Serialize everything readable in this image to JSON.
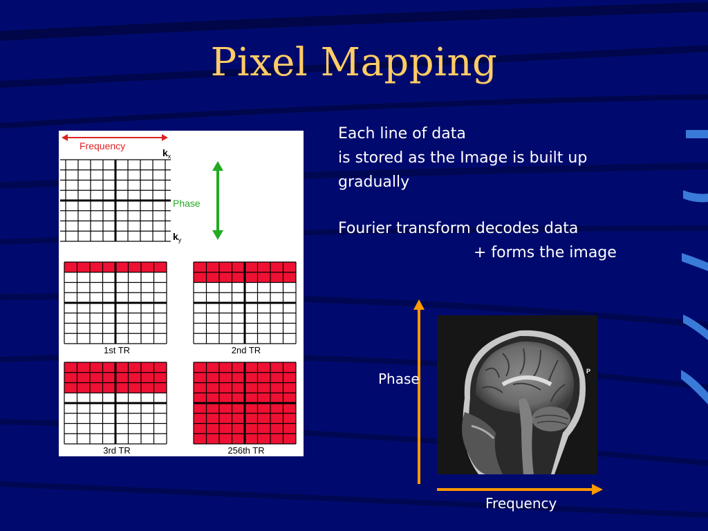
{
  "slide": {
    "title": "Pixel Mapping",
    "paragraph1": [
      "Each line of data",
      "is stored as the Image is built up",
      "gradually"
    ],
    "paragraph2": [
      "Fourier transform decodes data",
      "+ forms the image"
    ]
  },
  "kspace_diagram": {
    "frequency_label": "Frequency",
    "phase_label": "Phase",
    "kx_label": "k",
    "kx_sub": "x",
    "ky_label": "k",
    "ky_sub": "y",
    "panels": [
      {
        "label": "1st TR",
        "filled_rows": 1
      },
      {
        "label": "2nd TR",
        "filled_rows": 2
      },
      {
        "label": "3rd TR",
        "filled_rows": 3
      },
      {
        "label": "256th TR",
        "filled_rows": 8
      }
    ],
    "colors": {
      "fill": "#ee1133",
      "frequency_arrow": "#dd2222",
      "phase_arrow": "#22aa22"
    }
  },
  "mri_panel": {
    "phase_axis_label": "Phase",
    "frequency_axis_label": "Frequency",
    "orientation_marker": "P",
    "axis_color": "#ff9900"
  },
  "colors": {
    "background": "#000a6e",
    "title": "#ffcc66",
    "text": "#ffffff"
  }
}
